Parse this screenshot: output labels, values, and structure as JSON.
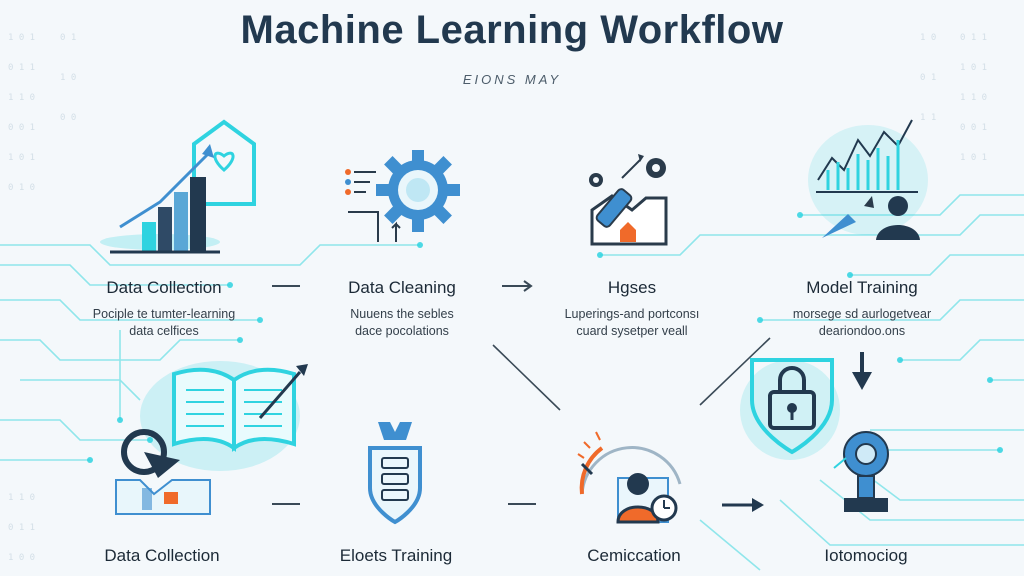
{
  "header": {
    "title": "Machine Learning Workflow",
    "subtitle": "EIONS MAY"
  },
  "nodes": [
    {
      "title": "Data Collection",
      "desc": [
        "Pociple te tumter-learning",
        "data celfices"
      ],
      "icon": "bar-chart-heart-icon"
    },
    {
      "title": "Data Cleaning",
      "desc": [
        "Nuuens the sebles",
        "dace pocolations"
      ],
      "icon": "gear-icon"
    },
    {
      "title": "Hgses",
      "desc": [
        "Luperings-and portconsı",
        "cuard sysetper veall"
      ],
      "icon": "tools-icon"
    },
    {
      "title": "Model Training",
      "desc": [
        "morsege sd aurlogetvear",
        "deariondoo.ons"
      ],
      "icon": "analytics-person-icon"
    },
    {
      "title": "Data Collection",
      "desc": [],
      "icon": "open-book-icon"
    },
    {
      "title": "Eloets Training",
      "desc": [],
      "icon": "shield-badge-icon"
    },
    {
      "title": "Cemiccation",
      "desc": [],
      "icon": "gauge-person-icon"
    },
    {
      "title": "Iotomociog",
      "desc": [],
      "icon": "robot-arm-lock-icon"
    }
  ],
  "colors": {
    "accent": "#2fd3e0",
    "dark": "#22394f",
    "orange": "#f06a2a",
    "blue": "#3f8fd0"
  }
}
